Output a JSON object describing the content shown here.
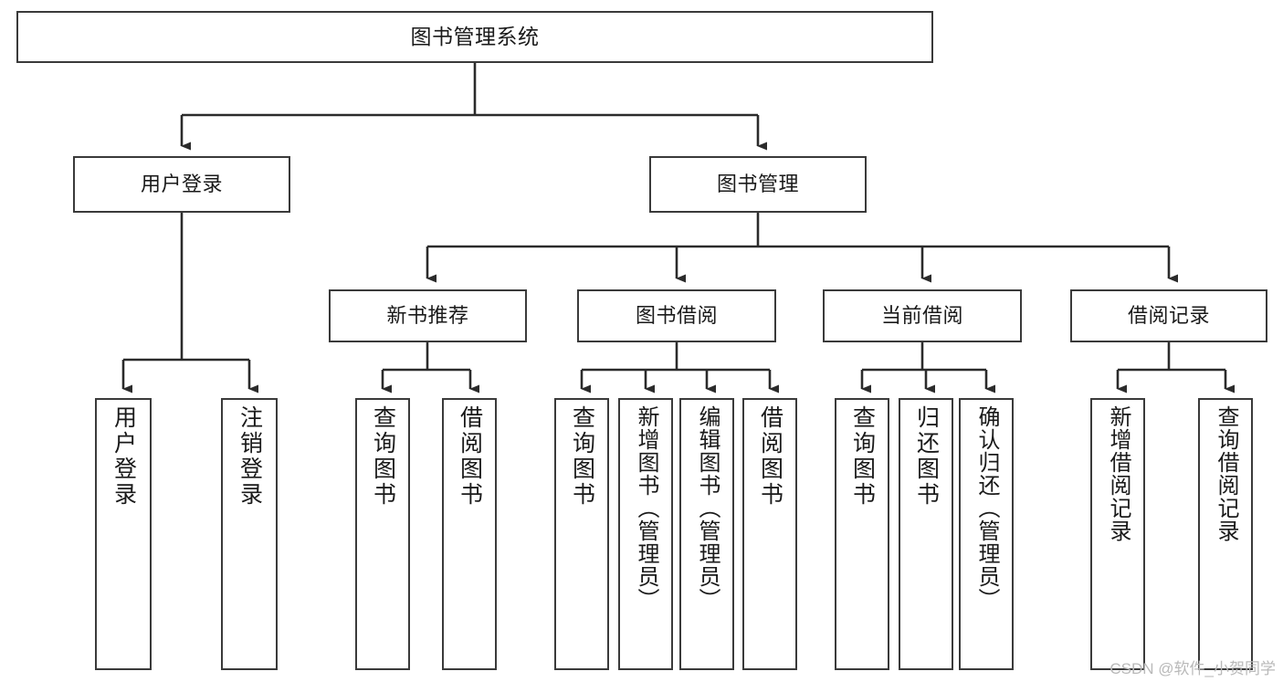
{
  "diagram": {
    "title": "图书管理系统",
    "watermark": "CSDN @软件_小贺同学",
    "colors": {
      "box_stroke": "#3a3a3a",
      "edge_stroke": "#2b2b2b",
      "text": "#1a1a1a",
      "background": "#ffffff",
      "watermark": "#b9b9b9"
    },
    "levels": {
      "level1": [
        {
          "id": "root",
          "label": "图书管理系统"
        }
      ],
      "level2": [
        {
          "id": "user-login",
          "label": "用户登录"
        },
        {
          "id": "book-manage",
          "label": "图书管理"
        }
      ],
      "level3": [
        {
          "id": "new-book-recommend",
          "label": "新书推荐"
        },
        {
          "id": "book-borrow",
          "label": "图书借阅"
        },
        {
          "id": "current-borrow",
          "label": "当前借阅"
        },
        {
          "id": "borrow-record",
          "label": "借阅记录"
        }
      ],
      "level4": [
        {
          "id": "leaf-user-login",
          "label": "用户登录",
          "parent": "user-login"
        },
        {
          "id": "leaf-logout-login",
          "label": "注销登录",
          "parent": "user-login"
        },
        {
          "id": "leaf-query-book-1",
          "label": "查询图书",
          "parent": "new-book-recommend"
        },
        {
          "id": "leaf-borrow-book-1",
          "label": "借阅图书",
          "parent": "new-book-recommend"
        },
        {
          "id": "leaf-query-book-2",
          "label": "查询图书",
          "parent": "book-borrow"
        },
        {
          "id": "leaf-add-book",
          "label": "新增图书（管理员）",
          "parent": "book-borrow"
        },
        {
          "id": "leaf-edit-book",
          "label": "编辑图书（管理员）",
          "parent": "book-borrow"
        },
        {
          "id": "leaf-borrow-book-2",
          "label": "借阅图书",
          "parent": "book-borrow"
        },
        {
          "id": "leaf-query-book-3",
          "label": "查询图书",
          "parent": "current-borrow"
        },
        {
          "id": "leaf-return-book",
          "label": "归还图书",
          "parent": "current-borrow"
        },
        {
          "id": "leaf-confirm-return",
          "label": "确认归还（管理员）",
          "parent": "current-borrow"
        },
        {
          "id": "leaf-add-record",
          "label": "新增借阅记录",
          "parent": "borrow-record"
        },
        {
          "id": "leaf-query-record",
          "label": "查询借阅记录",
          "parent": "borrow-record"
        }
      ]
    }
  }
}
